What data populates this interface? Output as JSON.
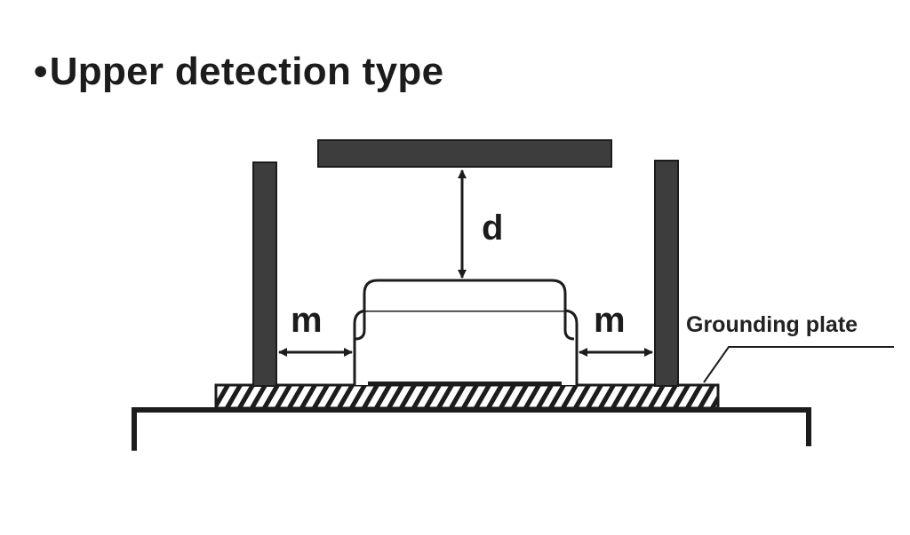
{
  "title": {
    "bullet": "•",
    "text": "Upper detection type"
  },
  "labels": {
    "distance": "d",
    "margin_left": "m",
    "margin_right": "m",
    "grounding_plate": "Grounding plate"
  },
  "colors": {
    "ink": "#1c1c1c",
    "bar_fill": "#3d3d3d",
    "background": "#ffffff"
  }
}
